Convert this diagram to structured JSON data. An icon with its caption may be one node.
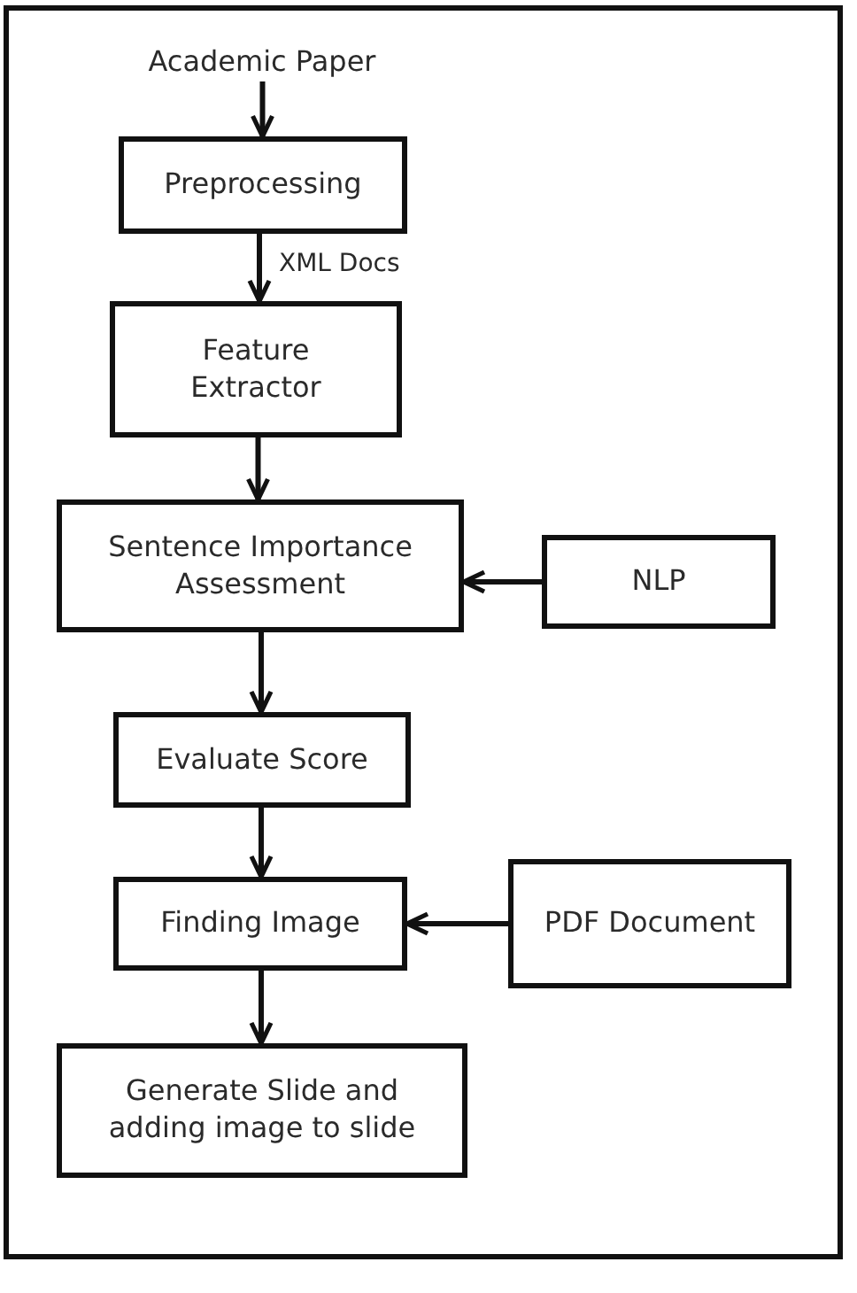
{
  "diagram": {
    "nodes": [
      {
        "text": [
          "Academic Paper"
        ]
      },
      {
        "text": [
          "Preprocessing"
        ]
      },
      {
        "text": [
          "Feature Extractor"
        ]
      },
      {
        "text": [
          "Sentence Importance Assessment"
        ]
      },
      {
        "text": [
          "NLP"
        ]
      },
      {
        "text": [
          "Evaluate Score"
        ]
      },
      {
        "text": [
          "Finding Image"
        ]
      },
      {
        "text": [
          "PDF Document"
        ]
      },
      {
        "text": [
          "Generate Slide and adding image to slide"
        ]
      }
    ],
    "edges": [
      {
        "from": 0,
        "to": 1,
        "arrow": "to"
      },
      {
        "from": 1,
        "to": 2,
        "arrow": "to",
        "label": "XML Docs"
      },
      {
        "from": 2,
        "to": 3,
        "arrow": "to"
      },
      {
        "from": 4,
        "to": 3,
        "arrow": "to"
      },
      {
        "from": 3,
        "to": 5,
        "arrow": "to"
      },
      {
        "from": 5,
        "to": 6,
        "arrow": "to"
      },
      {
        "from": 7,
        "to": 6,
        "arrow": "to"
      },
      {
        "from": 6,
        "to": 8,
        "arrow": "to"
      }
    ]
  }
}
